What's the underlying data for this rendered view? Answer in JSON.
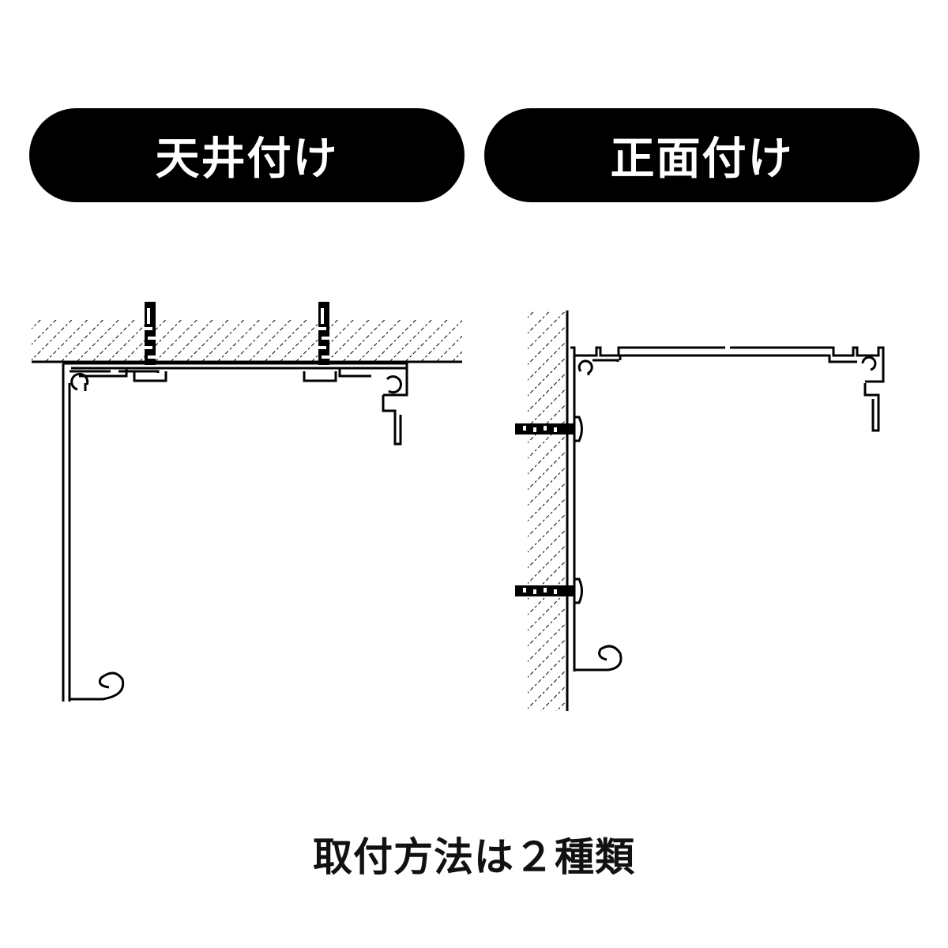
{
  "labels": {
    "ceiling_mount": "天井付け",
    "front_mount": "正面付け"
  },
  "caption": "取付方法は２種類",
  "colors": {
    "pill": "#000000",
    "line": "#000000",
    "background": "#ffffff"
  }
}
